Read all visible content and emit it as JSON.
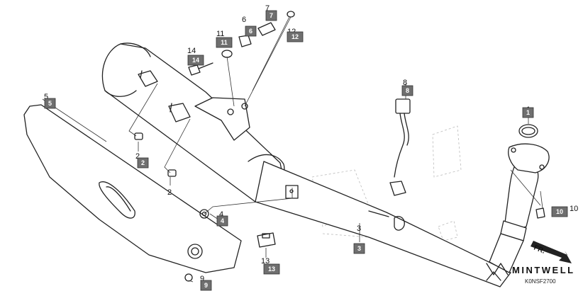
{
  "callouts": [
    {
      "id": "1",
      "plain": "1",
      "box": "1"
    },
    {
      "id": "2a",
      "plain": "2",
      "box": "2"
    },
    {
      "id": "2b",
      "plain": "2",
      "box": ""
    },
    {
      "id": "3",
      "plain": "3",
      "box": "3"
    },
    {
      "id": "4",
      "plain": "4",
      "box": "4"
    },
    {
      "id": "5",
      "plain": "5",
      "box": "5"
    },
    {
      "id": "6",
      "plain": "6",
      "box": "6"
    },
    {
      "id": "7",
      "plain": "7",
      "box": "7"
    },
    {
      "id": "8",
      "plain": "8",
      "box": "8"
    },
    {
      "id": "9",
      "plain": "9",
      "box": "9"
    },
    {
      "id": "10",
      "plain": "10",
      "box": "10"
    },
    {
      "id": "11",
      "plain": "11",
      "box": "11"
    },
    {
      "id": "12",
      "plain": "12",
      "box": "12"
    },
    {
      "id": "13",
      "plain": "13",
      "box": "13"
    },
    {
      "id": "14",
      "plain": "14",
      "box": "14"
    }
  ],
  "direction_label": "FR.",
  "watermark": "MINTWELL",
  "diagram_code": "K0NSF2700",
  "colors": {
    "box_fill": "#6f6f6f",
    "line": "#222222",
    "background": "#ffffff"
  }
}
